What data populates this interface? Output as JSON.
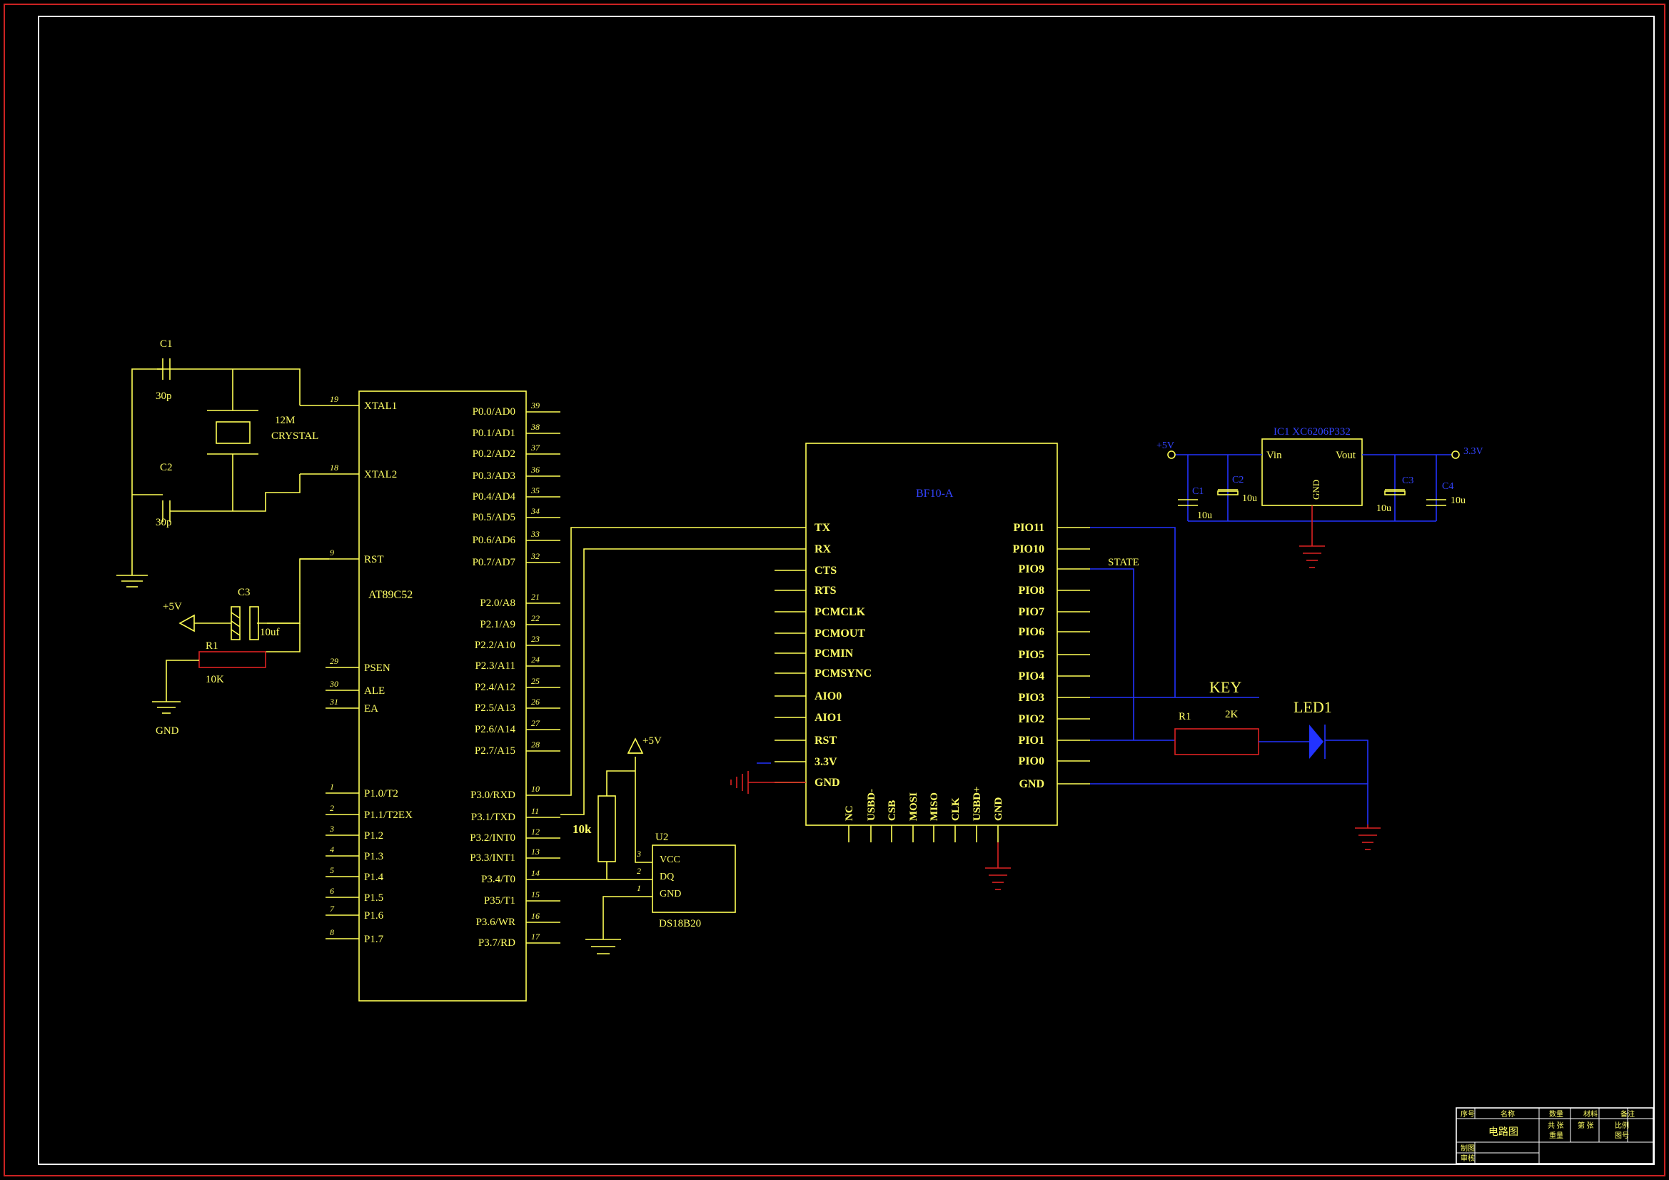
{
  "colors": {
    "background": "#000000",
    "frame": "#cc2222",
    "border": "#ffffff",
    "wire": "#ffff55",
    "net_blue": "#2233ff",
    "ground_red": "#dd2222"
  },
  "mcu": {
    "name": "AT89C52",
    "left_pins": [
      {
        "num": "19",
        "name": "XTAL1"
      },
      {
        "num": "18",
        "name": "XTAL2"
      },
      {
        "num": "9",
        "name": "RST"
      },
      {
        "num": "29",
        "name": "PSEN"
      },
      {
        "num": "30",
        "name": "ALE"
      },
      {
        "num": "31",
        "name": "EA"
      },
      {
        "num": "1",
        "name": "P1.0/T2"
      },
      {
        "num": "2",
        "name": "P1.1/T2EX"
      },
      {
        "num": "3",
        "name": "P1.2"
      },
      {
        "num": "4",
        "name": "P1.3"
      },
      {
        "num": "5",
        "name": "P1.4"
      },
      {
        "num": "6",
        "name": "P1.5"
      },
      {
        "num": "7",
        "name": "P1.6"
      },
      {
        "num": "8",
        "name": "P1.7"
      }
    ],
    "right_pins": [
      {
        "num": "39",
        "name": "P0.0/AD0"
      },
      {
        "num": "38",
        "name": "P0.1/AD1"
      },
      {
        "num": "37",
        "name": "P0.2/AD2"
      },
      {
        "num": "36",
        "name": "P0.3/AD3"
      },
      {
        "num": "35",
        "name": "P0.4/AD4"
      },
      {
        "num": "34",
        "name": "P0.5/AD5"
      },
      {
        "num": "33",
        "name": "P0.6/AD6"
      },
      {
        "num": "32",
        "name": "P0.7/AD7"
      },
      {
        "num": "21",
        "name": "P2.0/A8"
      },
      {
        "num": "22",
        "name": "P2.1/A9"
      },
      {
        "num": "23",
        "name": "P2.2/A10"
      },
      {
        "num": "24",
        "name": "P2.3/A11"
      },
      {
        "num": "25",
        "name": "P2.4/A12"
      },
      {
        "num": "26",
        "name": "P2.5/A13"
      },
      {
        "num": "27",
        "name": "P2.6/A14"
      },
      {
        "num": "28",
        "name": "P2.7/A15"
      },
      {
        "num": "10",
        "name": "P3.0/RXD"
      },
      {
        "num": "11",
        "name": "P3.1/TXD"
      },
      {
        "num": "12",
        "name": "P3.2/INT0"
      },
      {
        "num": "13",
        "name": "P3.3/INT1"
      },
      {
        "num": "14",
        "name": "P3.4/T0"
      },
      {
        "num": "15",
        "name": "P35/T1"
      },
      {
        "num": "16",
        "name": "P3.6/WR"
      },
      {
        "num": "17",
        "name": "P3.7/RD"
      }
    ]
  },
  "crystal": {
    "c1": "C1",
    "c1_val": "30p",
    "c2": "C2",
    "c2_val": "30p",
    "label1": "12M",
    "label2": "CRYSTAL"
  },
  "reset": {
    "c3": "C3",
    "c3_val": "10uf",
    "vcc": "+5V",
    "r1": "R1",
    "r1_val": "10K",
    "gnd": "GND"
  },
  "bt_module": {
    "name": "BF10-A",
    "left_pins": [
      "TX",
      "RX",
      "CTS",
      "RTS",
      "PCMCLK",
      "PCMOUT",
      "PCMIN",
      "PCMSYNC",
      "AIO0",
      "AIO1",
      "RST",
      "3.3V",
      "GND"
    ],
    "right_pins": [
      "PIO11",
      "PIO10",
      "PIO9",
      "PIO8",
      "PIO7",
      "PIO6",
      "PIO5",
      "PIO4",
      "PIO3",
      "PIO2",
      "PIO1",
      "PIO0",
      "GND"
    ],
    "bottom_pins": [
      "NC",
      "USBD-",
      "CSB",
      "MOSI",
      "MISO",
      "CLK",
      "USBD+",
      "GND"
    ],
    "state_label": "STATE"
  },
  "sensor": {
    "ref": "U2",
    "name": "DS18B20",
    "pins": [
      "VCC",
      "DQ",
      "GND"
    ],
    "pin_nums": [
      "3",
      "2",
      "1"
    ],
    "r_val": "10k",
    "vcc": "+5V"
  },
  "regulator": {
    "ref": "IC1 XC6206P332",
    "vin": "Vin",
    "vout": "Vout",
    "gnd": "GND",
    "in_label": "+5V",
    "out_label": "3.3V",
    "c1": "C1",
    "c1_val": "10u",
    "c2": "C2",
    "c2_val": "10u",
    "c3": "C3",
    "c3_val": "10u",
    "c4": "C4",
    "c4_val": "10u"
  },
  "key_led": {
    "key": "KEY",
    "r": "R1",
    "r_val": "2K",
    "led": "LED1"
  },
  "title_block": {
    "headers": [
      "序号",
      "名称",
      "数量",
      "材料",
      "备注"
    ],
    "drawing_name": "电路图",
    "sheets": [
      "共 张",
      "第 张"
    ],
    "cells": [
      "比例",
      "图号",
      "重量"
    ],
    "roles": [
      "制图",
      "审核"
    ]
  }
}
